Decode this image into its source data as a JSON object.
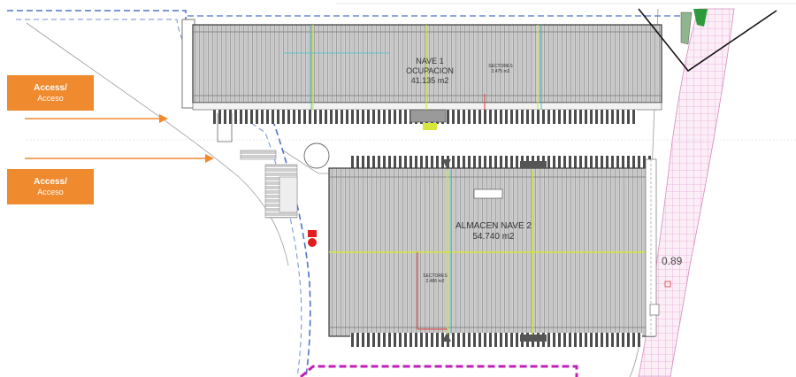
{
  "access_buttons": [
    {
      "title": "Access/",
      "subtitle": "Acceso"
    },
    {
      "title": "Access/",
      "subtitle": "Acceso"
    }
  ],
  "nave1": {
    "name": "NAVE 1",
    "use": "OCUPACION",
    "area": "41.135 m2",
    "sector_label": "SECTORES",
    "sector_area": "2.475 m2"
  },
  "nave2": {
    "name": "ALMACEN NAVE 2",
    "area": "54.740 m2",
    "sector_label": "SECTORES",
    "sector_area": "2.486 m2"
  },
  "dimension_label": "0.89",
  "colors": {
    "accent_orange": "#ef8a2e",
    "plot_boundary_blue": "#4f73c9",
    "rack_gray": "#c4c4c4",
    "sector_yellow": "#d6e63a",
    "sector_cyan": "#3ec2cf",
    "sector_red": "#e13a3a",
    "adjacent_plot_pink": "#e7a9d3",
    "lower_plot_magenta": "#c21fb8",
    "landscape_green": "#2f9a3c"
  }
}
